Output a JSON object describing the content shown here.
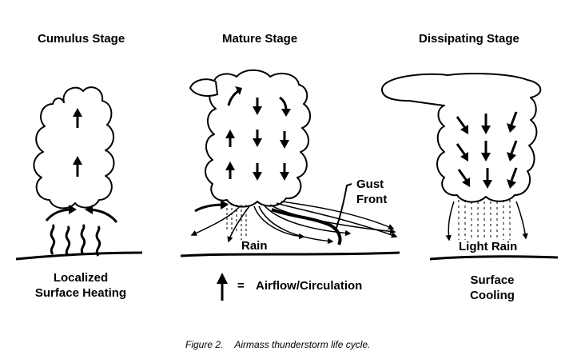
{
  "stages": [
    {
      "title": "Cumulus Stage",
      "caption_line1": "Localized",
      "caption_line2": "Surface Heating"
    },
    {
      "title": "Mature Stage",
      "rain_label": "Rain",
      "gust_label_line1": "Gust",
      "gust_label_line2": "Front"
    },
    {
      "title": "Dissipating Stage",
      "rain_label": "Light Rain",
      "caption_line1": "Surface",
      "caption_line2": "Cooling"
    }
  ],
  "legend": {
    "symbol": "=",
    "label": "Airflow/Circulation",
    "icon": "up-arrow-icon"
  },
  "figure_caption": {
    "number": "Figure 2.",
    "text": "Airmass thunderstorm life cycle."
  }
}
